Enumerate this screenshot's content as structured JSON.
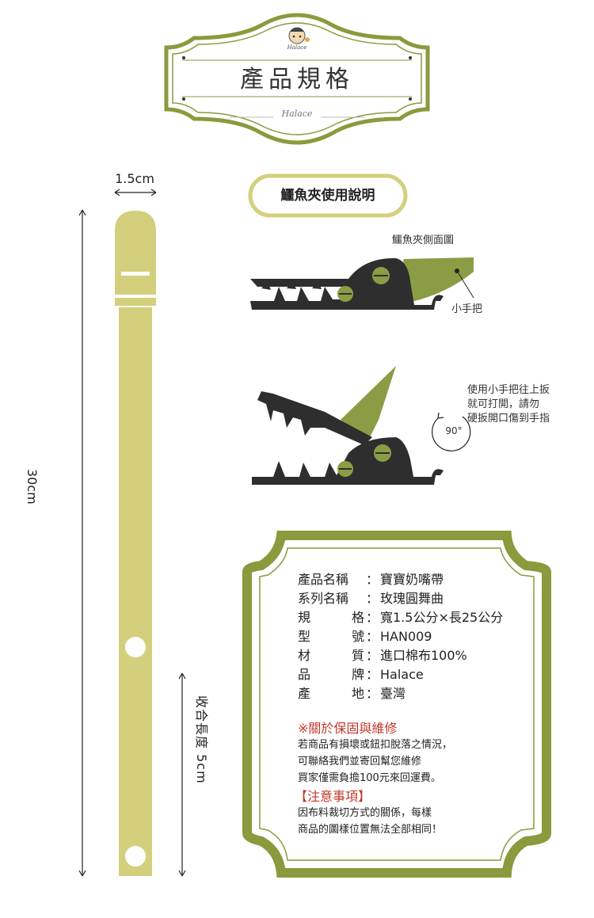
{
  "header": {
    "title": "產品規格",
    "brand_small": "Halace",
    "brand_script": "Halace"
  },
  "dimensions": {
    "width_label": "1.5cm",
    "length_label": "30cm",
    "folded_label": "收合長度 5cm"
  },
  "clip_guide": {
    "title": "鱷魚夾使用說明",
    "side_view_label": "鱷魚夾側面圖",
    "handle_label": "小手把",
    "instruction_lines": [
      "使用小手把往上扳",
      "就可打開，請勿",
      "硬扳開口傷到手指"
    ],
    "angle_label": "90°"
  },
  "specs": [
    {
      "key": "產品名稱",
      "value": "寶寶奶嘴帶"
    },
    {
      "key": "系列名稱",
      "value": "玫瑰圓舞曲"
    },
    {
      "key": "規格",
      "value": "寬1.5公分×長25公分"
    },
    {
      "key": "型號",
      "value": "HAN009"
    },
    {
      "key": "材質",
      "value": "進口棉布100%"
    },
    {
      "key": "品牌",
      "value": "Halace"
    },
    {
      "key": "產地",
      "value": "臺灣"
    }
  ],
  "separator": "：",
  "notice": {
    "heading": "※關於保固與維修",
    "body_lines": [
      "若商品有損壞或鈕扣脫落之情況，",
      "可聯絡我們並寄回幫您維修",
      "買家僅需負擔100元來回運費。"
    ],
    "heading2": "【注意事項】",
    "body2_lines": [
      "因布料裁切方式的關係，每樣",
      "商品的圖樣位置無法全部相同！"
    ]
  },
  "colors": {
    "green": "#8a9a3c",
    "strap": "#d3cf7c",
    "dark": "#2e2e2e",
    "clip_green": "#8a9d45",
    "red": "#c0392b"
  }
}
